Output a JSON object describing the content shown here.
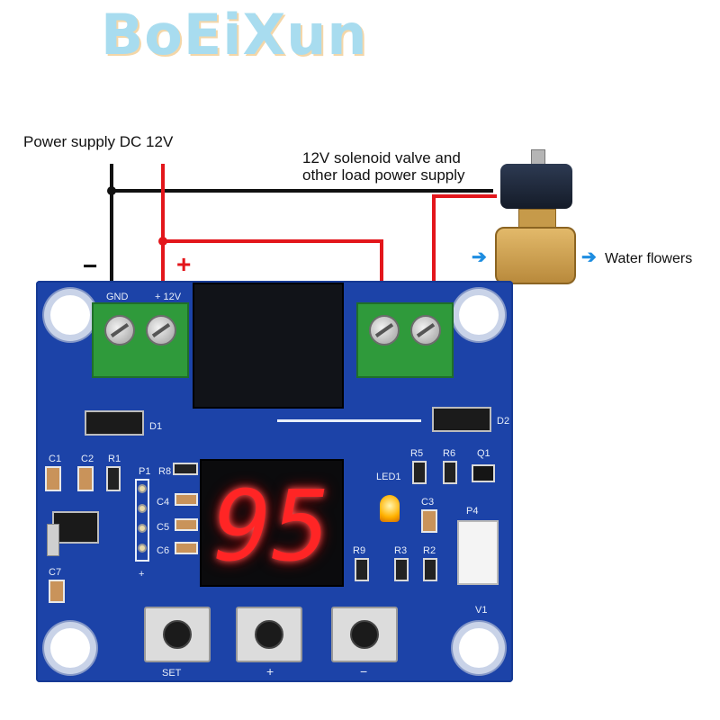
{
  "brand": {
    "text": "BoEiXun"
  },
  "labels": {
    "power_supply": "Power supply DC 12V",
    "load_line1": "12V solenoid valve and",
    "load_line2": "other load power supply",
    "water_flowers": "Water flowers",
    "minus_sign": "−",
    "plus_sign": "+"
  },
  "display": {
    "value": "95"
  },
  "silkscreen": {
    "gnd": "GND",
    "plus_12v": "+ 12V",
    "d1": "D1",
    "d2": "D2",
    "c1": "C1",
    "c2": "C2",
    "r1": "R1",
    "p1": "P1",
    "r8": "R8",
    "c4": "C4",
    "c5": "C5",
    "c6": "C6",
    "c7": "C7",
    "p1_plus": "+",
    "r5": "R5",
    "r6": "R6",
    "q1": "Q1",
    "led1": "LED1",
    "c3": "C3",
    "p4": "P4",
    "r9": "R9",
    "r3": "R3",
    "r2": "R2",
    "v1": "V1",
    "set": "SET",
    "btn_plus": "+",
    "btn_minus": "−"
  },
  "colors": {
    "wire_red": "#e3161b",
    "wire_black": "#111111",
    "pcb": "#1c43a8",
    "display_red": "#ff2525",
    "arrow": "#1e8de0"
  }
}
